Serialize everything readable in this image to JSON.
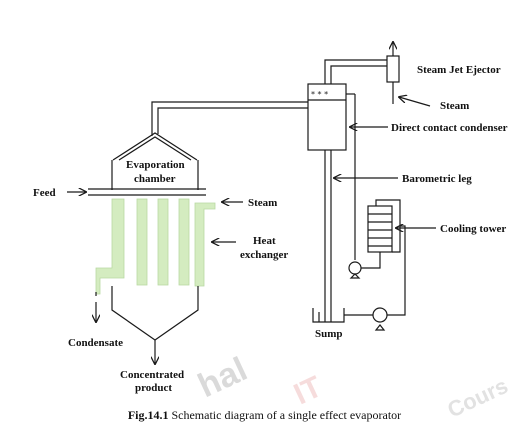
{
  "labels": {
    "steam_jet_ejector": "Steam Jet Ejector",
    "steam_ejector": "Steam",
    "direct_contact_condenser": "Direct contact condenser",
    "barometric_leg": "Barometric leg",
    "cooling_tower": "Cooling tower",
    "sump": "Sump",
    "feed": "Feed",
    "evaporation_chamber_line1": "Evaporation",
    "evaporation_chamber_line2": "chamber",
    "steam_heat": "Steam",
    "heat_exchanger_line1": "Heat",
    "heat_exchanger_line2": "exchanger",
    "condensate": "Condensate",
    "product_line1": "Concentrated",
    "product_line2": "product"
  },
  "caption": {
    "fig_number": "Fig.14.1",
    "text": "Schematic diagram of a single effect evaporator"
  },
  "colors": {
    "heat_exchanger_fill": "#d4ecc0",
    "watermark": "#d9d9d9"
  }
}
